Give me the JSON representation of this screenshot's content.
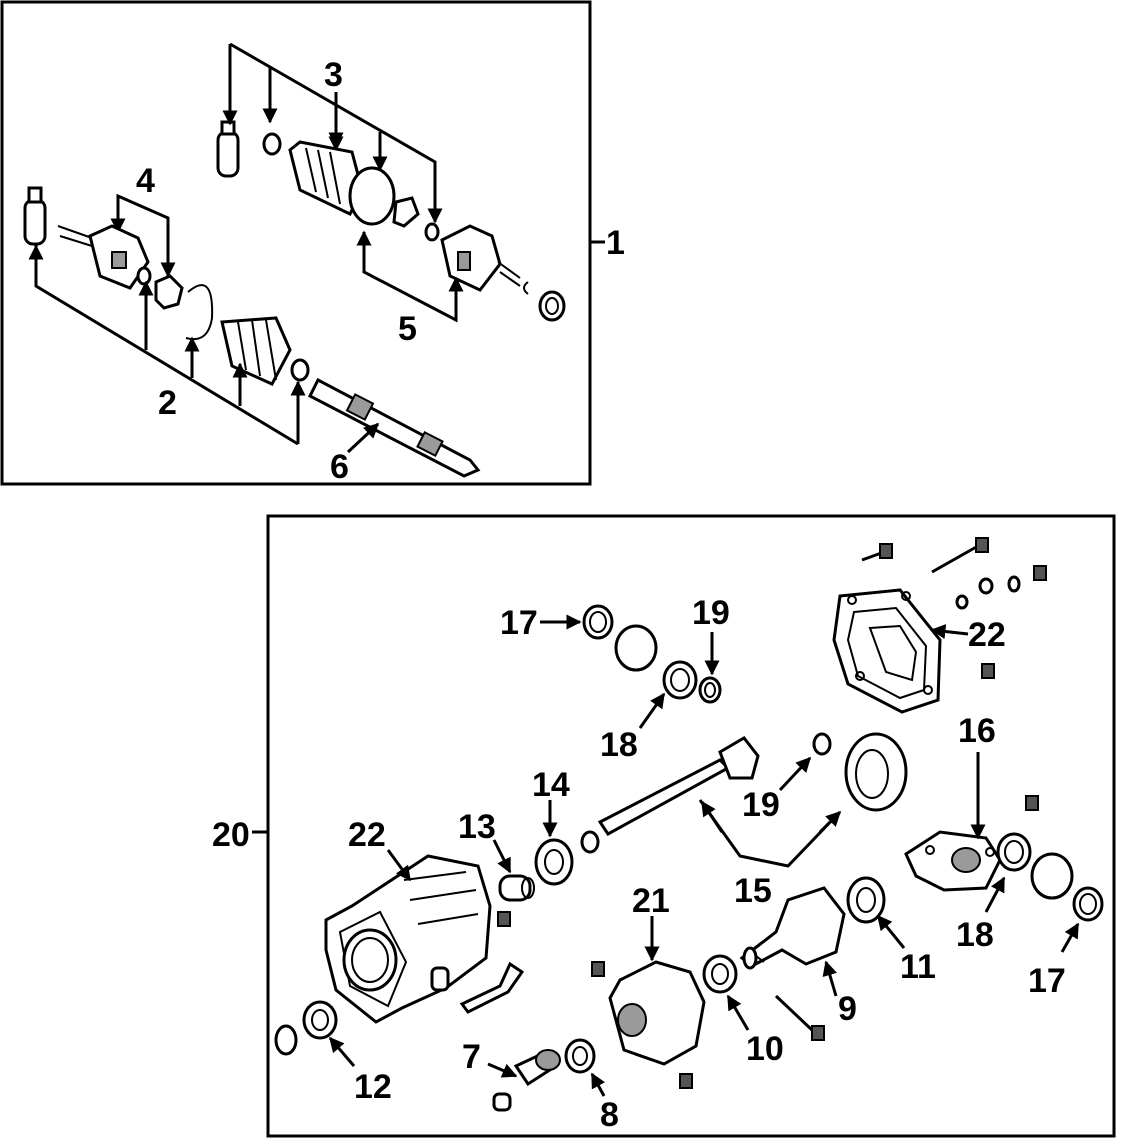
{
  "callouts": {
    "c1": "1",
    "c2": "2",
    "c3": "3",
    "c4": "4",
    "c5": "5",
    "c6": "6",
    "c20": "20",
    "c22a": "22",
    "c22b": "22",
    "c17a": "17",
    "c19a": "19",
    "c18a": "18",
    "c16": "16",
    "c19b": "19",
    "c14": "14",
    "c13": "13",
    "c15": "15",
    "c21": "21",
    "c11": "11",
    "c18b": "18",
    "c17b": "17",
    "c9": "9",
    "c10": "10",
    "c12": "12",
    "c7": "7",
    "c8": "8"
  }
}
